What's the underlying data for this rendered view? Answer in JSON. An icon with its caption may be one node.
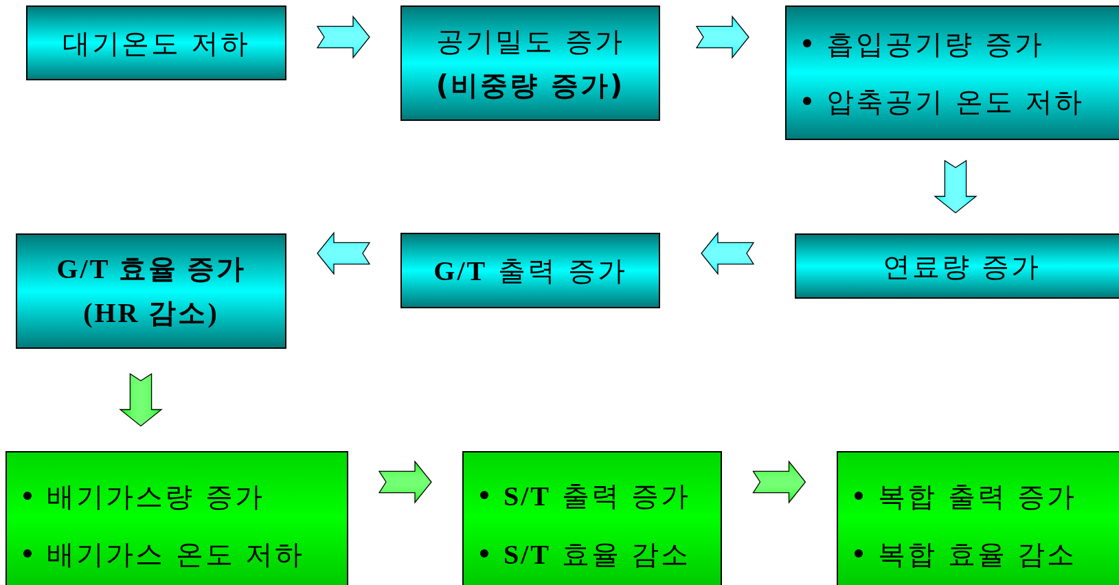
{
  "diagram": {
    "nodes": [
      {
        "text": [
          "대기온도 저하"
        ]
      },
      {
        "text": [
          "공기밀도 증가",
          "(비중량 증가)"
        ]
      },
      {
        "text": [
          "흡입공기량 증가",
          "압축공기 온도 저하"
        ]
      },
      {
        "text": [
          "연료량 증가"
        ]
      },
      {
        "text": [
          "**G/T** 출력 증가"
        ]
      },
      {
        "text": [
          "G/T 효율 증가",
          "(HR 감소)"
        ]
      },
      {
        "text": [
          "배기가스량 증가",
          "배기가스 온도 저하"
        ]
      },
      {
        "text": [
          "**S/T** 출력 증가",
          "**S/T** 효율 감소"
        ]
      },
      {
        "text": [
          "복합 출력 증가",
          "복합 효율 감소"
        ]
      }
    ],
    "edges": [
      {
        "from": 0,
        "to": 1,
        "arrow": "to"
      },
      {
        "from": 1,
        "to": 2,
        "arrow": "to"
      },
      {
        "from": 2,
        "to": 3,
        "arrow": "to"
      },
      {
        "from": 3,
        "to": 4,
        "arrow": "to"
      },
      {
        "from": 4,
        "to": 5,
        "arrow": "to"
      },
      {
        "from": 5,
        "to": 6,
        "arrow": "to",
        "color": "#00ff00"
      },
      {
        "from": 6,
        "to": 7,
        "arrow": "to",
        "color": "#00ff00"
      },
      {
        "from": 7,
        "to": 8,
        "arrow": "to",
        "color": "#00ff00"
      }
    ]
  }
}
